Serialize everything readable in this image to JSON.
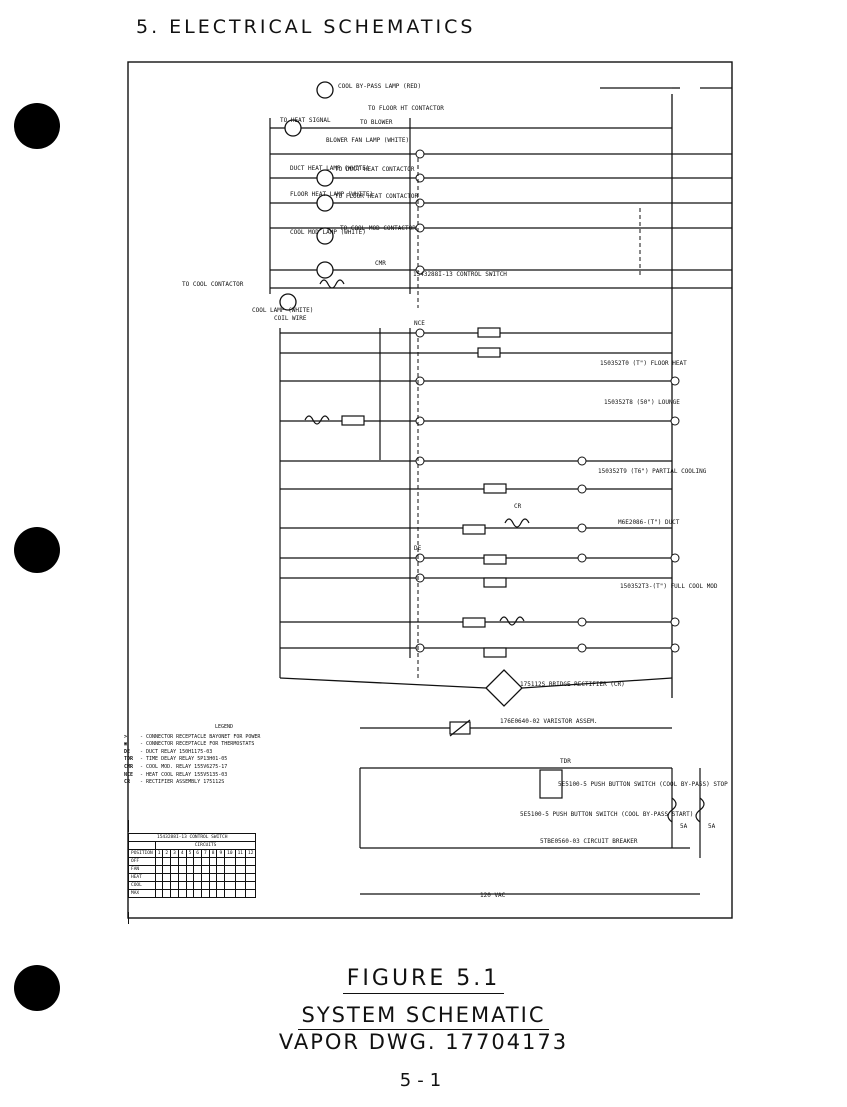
{
  "section_title": "5. ELECTRICAL SCHEMATICS",
  "figure_caption": {
    "figure_label": "FIGURE 5.1",
    "title": "SYSTEM SCHEMATIC",
    "drawing_ref": "VAPOR DWG. 17704173"
  },
  "page_number": "5-1",
  "schematic": {
    "top_left_labels": [
      "COOL BY-PASS LAMP (RED)",
      "TO FLOOR HT CONTACTOR",
      "TO HEAT SIGNAL",
      "TO BLOWER",
      "BLOWER FAN LAMP (WHITE)",
      "TO DUCT HEAT CONTACTOR",
      "DUCT HEAT LAMP (WHITE)",
      "TO FLOOR HEAT CONTACTOR",
      "FLOOR HEAT LAMP (WHITE)",
      "TO COOL MOD CONTACTOR",
      "COOL MOD LAMP (WHITE)",
      "TO COOL CONTACTOR",
      "COOL LAMP (WHITE)",
      "CMR",
      "NCE",
      "DE",
      "CR",
      "TDR",
      "COIL WIRE"
    ],
    "part_labels": [
      "1543288I-13 CONTROL SWITCH",
      "175112S BRIDGE RECTIFIER (CR)",
      "176E0640-02 VARISTOR ASSEM.",
      "5E5100-5 PUSH BUTTON SWITCH (COOL BY-PASS) STOP",
      "5E5100-5 PUSH BUTTON SWITCH (COOL BY-PASS START)",
      "5TBE0560-03 CIRCUIT BREAKER",
      "150352T0 (T\") FLOOR HEAT",
      "150352T8 (50\") LOUNGE",
      "150352T9 (T6\") PARTIAL COOLING",
      "M6E2086-(T\") DUCT",
      "150352T3-(T\") FULL COOL MOD"
    ],
    "voltage_label": "120 VAC",
    "circuit_breaker_rating": "5A"
  },
  "legend": {
    "title": "LEGEND",
    "items": [
      {
        "symbol": ">",
        "text": "CONNECTOR RECEPTACLE BAYONET FOR POWER"
      },
      {
        "symbol": "▣",
        "text": "CONNECTOR RECEPTACLE FOR THERMOSTATS"
      },
      {
        "symbol": "DE",
        "text": "DUCT RELAY 150H1175-03"
      },
      {
        "symbol": "TDR",
        "text": "TIME DELAY RELAY 5P13H01-05"
      },
      {
        "symbol": "CMR",
        "text": "COOL MOD. RELAY 155V6275-17"
      },
      {
        "symbol": "NCE",
        "text": "HEAT COOL RELAY 155V5135-03"
      },
      {
        "symbol": "CR",
        "text": "RECTIFIER ASSEMBLY 175112S"
      }
    ]
  },
  "switch_table": {
    "title": "1543288I-13 CONTROL SWITCH",
    "subtitle": "CIRCUITS",
    "columns": [
      "POSITION",
      "1",
      "2",
      "3",
      "4",
      "5",
      "6",
      "7",
      "8",
      "9",
      "10",
      "11",
      "12"
    ],
    "rows": [
      {
        "label": "OFF",
        "cells": [
          "",
          "",
          "",
          "",
          "",
          "",
          "",
          "",
          "",
          "",
          "",
          ""
        ]
      },
      {
        "label": "FAN",
        "cells": [
          "",
          "",
          "",
          "",
          "",
          "",
          "",
          "",
          "",
          "",
          "",
          ""
        ]
      },
      {
        "label": "HEAT",
        "cells": [
          "",
          "",
          "",
          "",
          "",
          "",
          "",
          "",
          "",
          "",
          "",
          ""
        ]
      },
      {
        "label": "COOL",
        "cells": [
          "",
          "",
          "",
          "",
          "",
          "",
          "",
          "",
          "",
          "",
          "",
          ""
        ]
      },
      {
        "label": "MAX",
        "cells": [
          "",
          "",
          "",
          "",
          "",
          "",
          "",
          "",
          "",
          "",
          "",
          ""
        ]
      }
    ]
  }
}
